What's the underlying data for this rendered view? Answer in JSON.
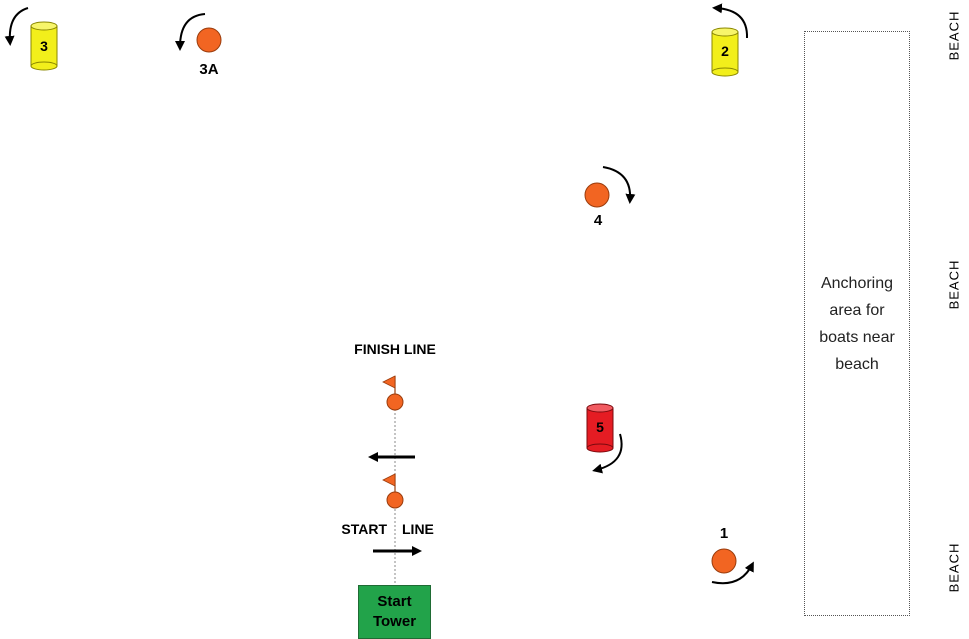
{
  "colors": {
    "orange_buoy": "#f26522",
    "yellow_buoy": "#f2ef1b",
    "red_buoy": "#e51c23",
    "tower": "#22a34a"
  },
  "marks": {
    "mark_1": "1",
    "mark_2": "2",
    "mark_3": "3",
    "mark_3a": "3A",
    "mark_4": "4",
    "mark_5": "5"
  },
  "lines": {
    "finish": "FINISH LINE",
    "start_left": "START",
    "start_right": "LINE"
  },
  "beach": {
    "top": "BEACH",
    "middle": "BEACH",
    "bottom": "BEACH"
  },
  "anchoring": {
    "line1": "Anchoring",
    "line2": "area for",
    "line3": "boats near",
    "line4": "beach"
  },
  "tower": {
    "line1": "Start",
    "line2": "Tower"
  }
}
